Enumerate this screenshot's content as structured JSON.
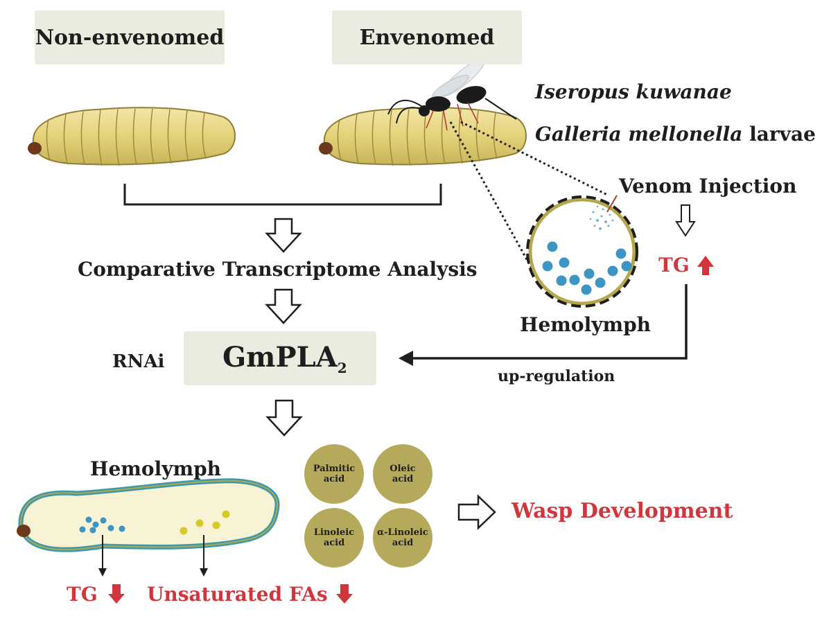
{
  "groups": {
    "left": "Non-envenomed",
    "right": "Envenomed"
  },
  "species": {
    "wasp": "Iseropus kuwanae",
    "host_italic": "Galleria mellonella",
    "host_suffix": " larvae"
  },
  "venom_injection": "Venom Injection",
  "tg_up": "TG",
  "hemolymph_top": "Hemolymph",
  "analysis": "Comparative Transcriptome Analysis",
  "rnai": "RNAi",
  "gene": {
    "name": "GmPLA",
    "subscript": "2"
  },
  "up_regulation": "up-regulation",
  "hemolymph_bottom": "Hemolymph",
  "fatty_acids": [
    {
      "line1": "Palmitic",
      "line2": "acid"
    },
    {
      "line1": "Oleic",
      "line2": "acid"
    },
    {
      "line1": "Linoleic",
      "line2": "acid"
    },
    {
      "line1": "α-Linoleic",
      "line2": "acid"
    }
  ],
  "outcome": "Wasp Development",
  "tg_down": "TG",
  "unsat_down": "Unsaturated FAs",
  "colors": {
    "red": "#d0363b",
    "label_box": "#ecebdf",
    "larva": "#e5d57a",
    "larva_outline": "#3a9aab",
    "dot_blue": "#3d95c3",
    "dot_yellow": "#d6c92b",
    "fa_circle": "#b5a95c"
  }
}
